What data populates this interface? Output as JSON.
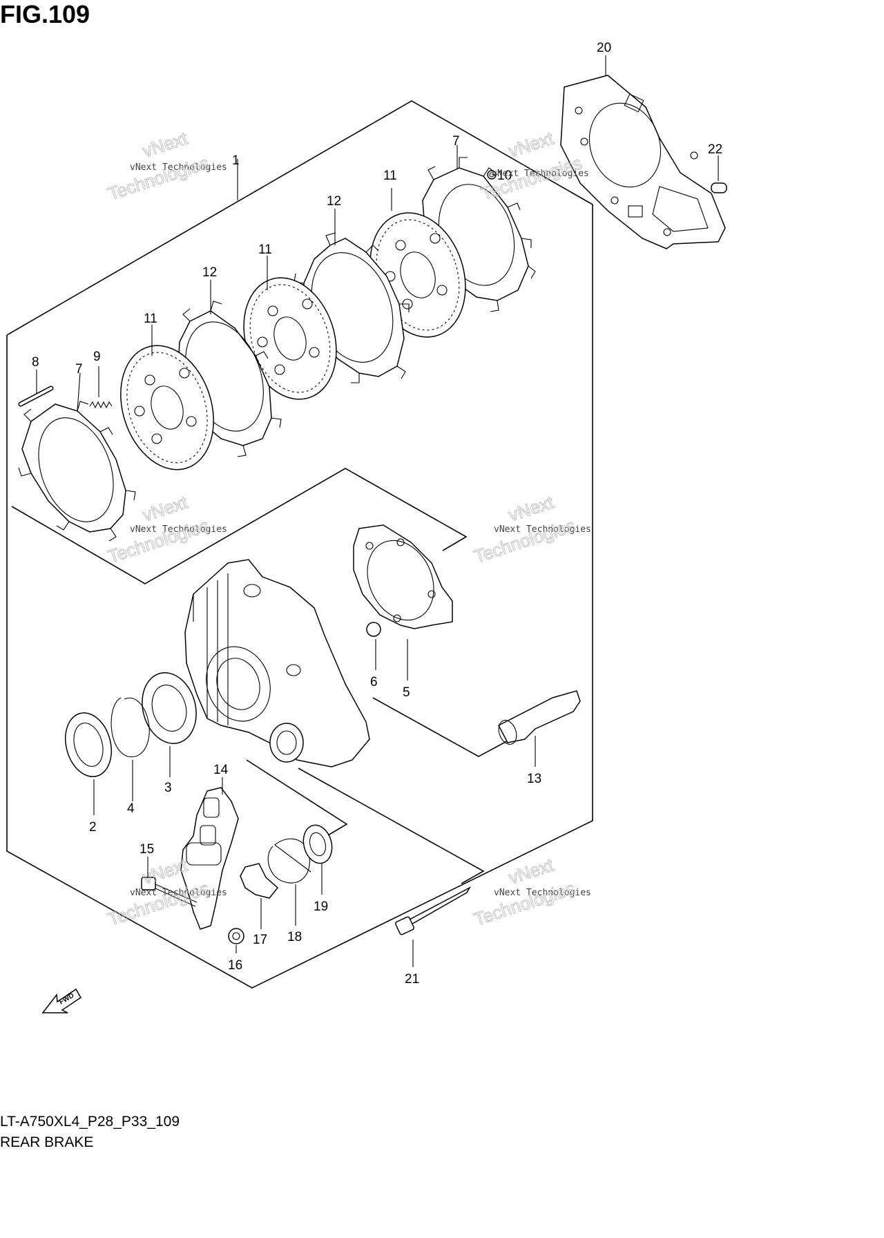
{
  "figure": {
    "title": "FIG.109",
    "model_code": "LT-A750XL4_P28_P33_109",
    "section_name": "REAR BRAKE",
    "direction_marker": "FWD"
  },
  "callouts": [
    "1",
    "2",
    "3",
    "4",
    "5",
    "6",
    "7",
    "7",
    "8",
    "9",
    "10",
    "11",
    "11",
    "11",
    "12",
    "12",
    "13",
    "14",
    "15",
    "16",
    "17",
    "18",
    "19",
    "20",
    "21",
    "22"
  ],
  "watermark": {
    "small_text": "vNext Technologies",
    "large_line_1": "vNext",
    "large_line_2": "Technologies"
  },
  "colors": {
    "ink": "#000000",
    "paper": "#ffffff",
    "watermark": "#bdbdbd"
  }
}
